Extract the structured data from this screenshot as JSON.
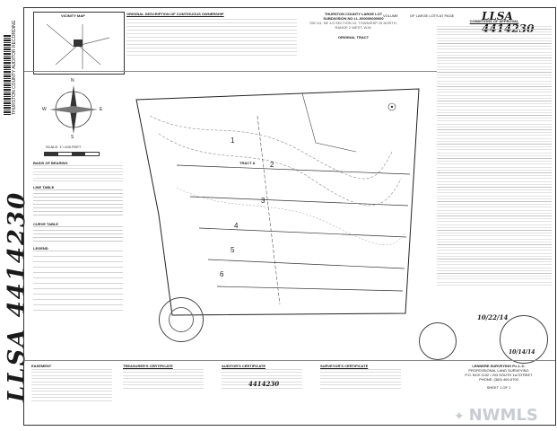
{
  "header": {
    "vicinity_map": "VICINITY MAP",
    "original_description_title": "ORIGINAL DESCRIPTION OF CONTIGUOUS OWNERSHIP",
    "county_title": "THURSTON COUNTY LARGE LOT",
    "subdivision": "SUBDIVISION NO LL-000000000000",
    "location_line": "SW 1/4, NE 1/4 SECTION 10, TOWNSHIP 15 NORTH, RANGE 2 WEST, W.M.",
    "original_tract": "ORIGINAL TRACT",
    "volume_label": "VOLUME",
    "of_large_lots": "OF LARGE LOTS AT PAGE",
    "auditor_number": "LLSA 4414230"
  },
  "certificate_approval_title": "CONDITIONS OF APPROVAL",
  "vertical_stamp_text": "LLSA 4414230",
  "side_strip_text": "THURSTON COUNTY AUDITOR RECORDING",
  "map": {
    "north_labels": {
      "n": "N",
      "e": "E",
      "s": "S",
      "w": "W"
    },
    "lot_numbers": [
      "1",
      "2",
      "3",
      "4",
      "5",
      "6"
    ],
    "tract_label": "TRACT A",
    "scale_label": "SCALE: 1\"=100 FEET"
  },
  "left_panel": {
    "basis_of_bearing": "BASIS OF BEARING",
    "line_table": "LINE TABLE",
    "curve_table": "CURVE TABLE",
    "legend": "LEGEND"
  },
  "footer": {
    "easement": "EASEMENT",
    "treasurer": "TREASURER'S CERTIFICATE",
    "auditor": "AUDITOR'S CERTIFICATE",
    "surveyor": "SURVEYOR'S CERTIFICATE",
    "firm": "LENNERE SURVEYING P.L.L.C.",
    "firm_sub": "PROFESSIONAL LAND SURVEYING",
    "firm_address": "P.O. BOX 1102 / 203 SOUTH 1st STREET",
    "firm_phone": "PHONE: (360) 460-6700",
    "auditor_file": "4414230",
    "sheet": "SHEET 1 OF 1"
  },
  "signatures": {
    "date_a": "10/22/14",
    "date_b": "10/14/14"
  },
  "watermark": "NWMLS"
}
